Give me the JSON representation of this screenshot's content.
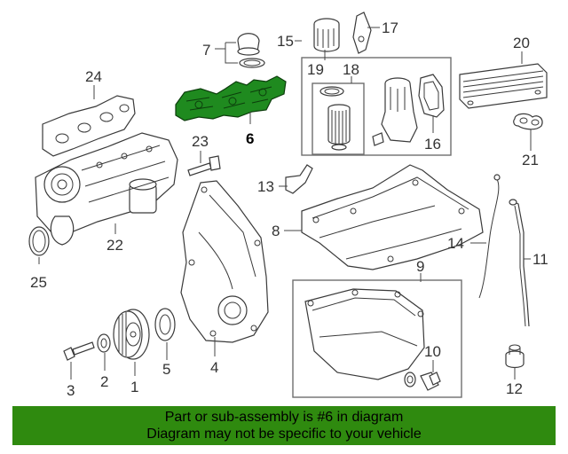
{
  "highlight_color": "#2f8a0f",
  "highlighted_part": "6",
  "callouts": {
    "c1": "1",
    "c2": "2",
    "c3": "3",
    "c4": "4",
    "c5": "5",
    "c6": "6",
    "c7": "7",
    "c8": "8",
    "c9": "9",
    "c10": "10",
    "c11": "11",
    "c12": "12",
    "c13": "13",
    "c14": "14",
    "c15": "15",
    "c16": "16",
    "c17": "17",
    "c18": "18",
    "c19": "19",
    "c20": "20",
    "c21": "21",
    "c22": "22",
    "c23": "23",
    "c24": "24",
    "c25": "25"
  },
  "footer": {
    "line1": "Part or sub-assembly is #6 in diagram",
    "line2": "Diagram may not be specific to your vehicle"
  }
}
